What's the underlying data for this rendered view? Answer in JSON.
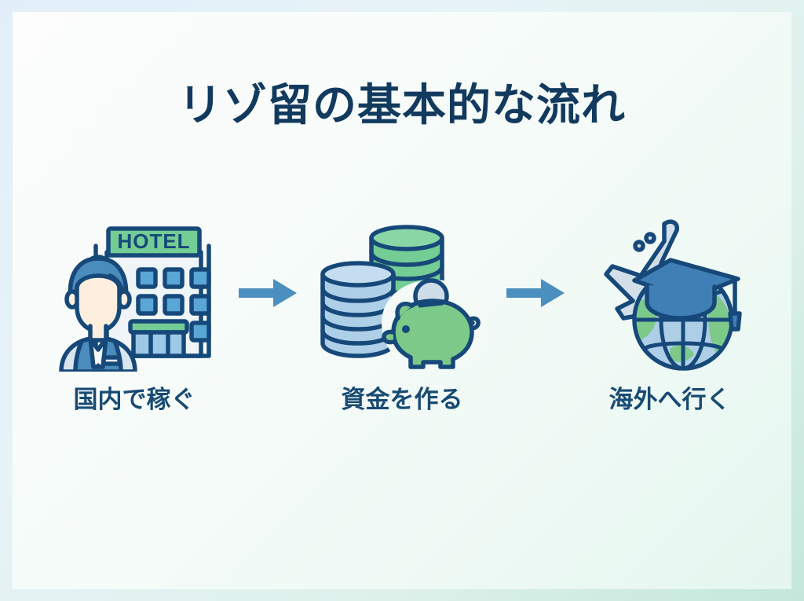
{
  "slide": {
    "title": "リゾ留の基本的な流れ",
    "title_color": "#123a5e",
    "background_start_color": "#e2effa",
    "background_end_color": "#c3e7db",
    "card_color": "#fbfdfc"
  },
  "flow": {
    "arrow_color": "#4a8fc0",
    "arrow_icon_name": "right-arrow-icon",
    "steps": [
      {
        "id": "step-domestic-work",
        "label": "国内で稼ぐ",
        "icon_name": "hotel-receptionist-icon",
        "icon_text": "HOTEL",
        "colors": {
          "outline": "#16497a",
          "sign": "#74cd94",
          "uniform": "#4a8cbc",
          "building": "#eef4f8",
          "window": "#5aa6d6",
          "skin": "#fdeede"
        }
      },
      {
        "id": "step-build-funds",
        "label": "資金を作る",
        "icon_name": "coins-piggy-bank-icon",
        "colors": {
          "outline": "#16497a",
          "coin_green": "#74cd94",
          "coin_blue": "#adcfe8",
          "piggy": "#7dc98a",
          "coin_slot": "#cfdcea"
        }
      },
      {
        "id": "step-go-abroad",
        "label": "海外へ行く",
        "icon_name": "airplane-globe-graduation-icon",
        "colors": {
          "outline": "#16497a",
          "plane": "#d2dfea",
          "globe_ocean": "#aecde6",
          "globe_land": "#7dc98a",
          "cap": "#3f7fb5"
        }
      }
    ]
  }
}
